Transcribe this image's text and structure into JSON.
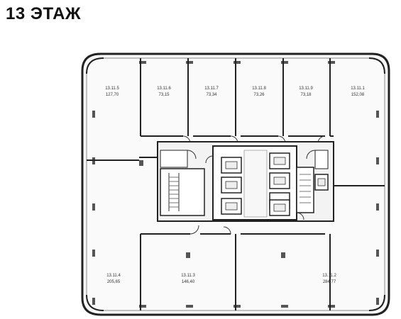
{
  "title": "13 ЭТАЖ",
  "units": [
    {
      "id": "13.11.5",
      "area": "127,70"
    },
    {
      "id": "13.11.6",
      "area": "73,15"
    },
    {
      "id": "13.11.7",
      "area": "73,34"
    },
    {
      "id": "13.11.8",
      "area": "73,26"
    },
    {
      "id": "13.11.9",
      "area": "73,18"
    },
    {
      "id": "13.11.1",
      "area": "152,08"
    },
    {
      "id": "13.11.4",
      "area": "205,65"
    },
    {
      "id": "13.11.3",
      "area": "146,40"
    },
    {
      "id": "13.11.2",
      "area": "284,77"
    }
  ],
  "colors": {
    "wall": "#222222",
    "core": "#f3f3f3",
    "window": "#9a9a9a"
  }
}
